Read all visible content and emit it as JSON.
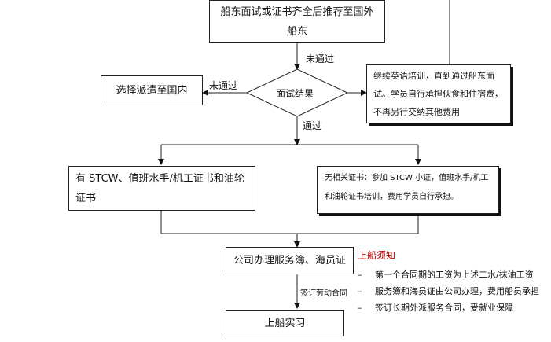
{
  "flow": {
    "recommend": "船东面试或证书齐全后推荐至国外船东",
    "result": "面试结果",
    "fail_left_label": "未通过",
    "fail_left_box": "选择派遣至国内",
    "fail_up_label": "未通过",
    "fail_right_box": "继续英语培训，直到通过船东面试。学员自行承担伙食和住宿费，不再另行交纳其他费用",
    "pass_label": "通过",
    "has_cert_box": "有 STCW、值班水手/机工证书和油轮证书",
    "no_cert_box": "无相关证书：参加 STCW 小证，值班水手/机工和油轮证书培训，费用学员自行承担。",
    "company_box": "公司办理服务簿、海员证",
    "contract_label": "签订劳动合同",
    "board_box": "上船实习"
  },
  "notes": {
    "title": "上船须知",
    "bullet": "–",
    "items": [
      "第一个合同期的工资为上述二水/抹油工资",
      "服务簿和海员证由公司办理，费用船员承担",
      "签订长期外派服务合同，受就业保障"
    ]
  }
}
